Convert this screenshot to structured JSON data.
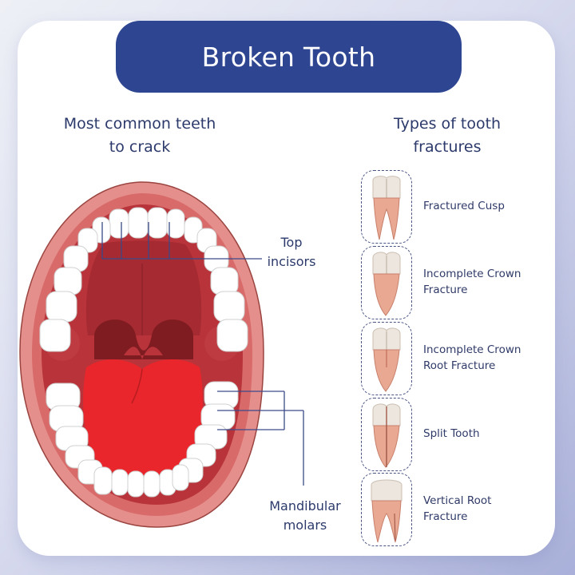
{
  "title": "Broken Tooth",
  "left_section": {
    "heading_line1": "Most common teeth",
    "heading_line2": "to crack",
    "labels": {
      "top_line1": "Top",
      "top_line2": "incisors",
      "mand_line1": "Mandibular",
      "mand_line2": "molars"
    }
  },
  "right_section": {
    "heading_line1": "Types of tooth",
    "heading_line2": "fractures",
    "items": [
      {
        "line1": "Fractured Cusp",
        "line2": "",
        "icon": "fractured-cusp-tooth-icon"
      },
      {
        "line1": "Incomplete Crown",
        "line2": "Fracture",
        "icon": "incomplete-crown-fracture-tooth-icon"
      },
      {
        "line1": "Incomplete Crown",
        "line2": "Root Fracture",
        "icon": "incomplete-crown-root-fracture-tooth-icon"
      },
      {
        "line1": "Split Tooth",
        "line2": "",
        "icon": "split-tooth-icon"
      },
      {
        "line1": "Vertical Root",
        "line2": "Fracture",
        "icon": "vertical-root-fracture-tooth-icon"
      }
    ]
  },
  "colors": {
    "title_bg": "#2e4591",
    "text": "#2c3a6b",
    "lips": "#e58f8c",
    "mouth": "#b8343a",
    "tongue": "#e8262b",
    "teeth": "#ffffff"
  }
}
